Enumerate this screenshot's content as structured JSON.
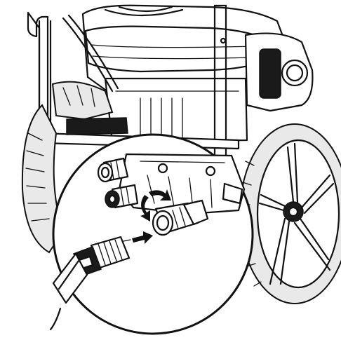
{
  "figure": {
    "colors": {
      "line": "#111111",
      "background": "#ffffff",
      "shade": "#e9e9e9"
    },
    "parts": [
      "engine-housing",
      "left-wheel",
      "right-wheel",
      "frame-handle",
      "pump",
      "outlet-fitting",
      "quick-connect-coupler",
      "high-pressure-hose"
    ],
    "arrows": [
      "rotate-arrow-icon",
      "insert-arrow-icon"
    ]
  }
}
